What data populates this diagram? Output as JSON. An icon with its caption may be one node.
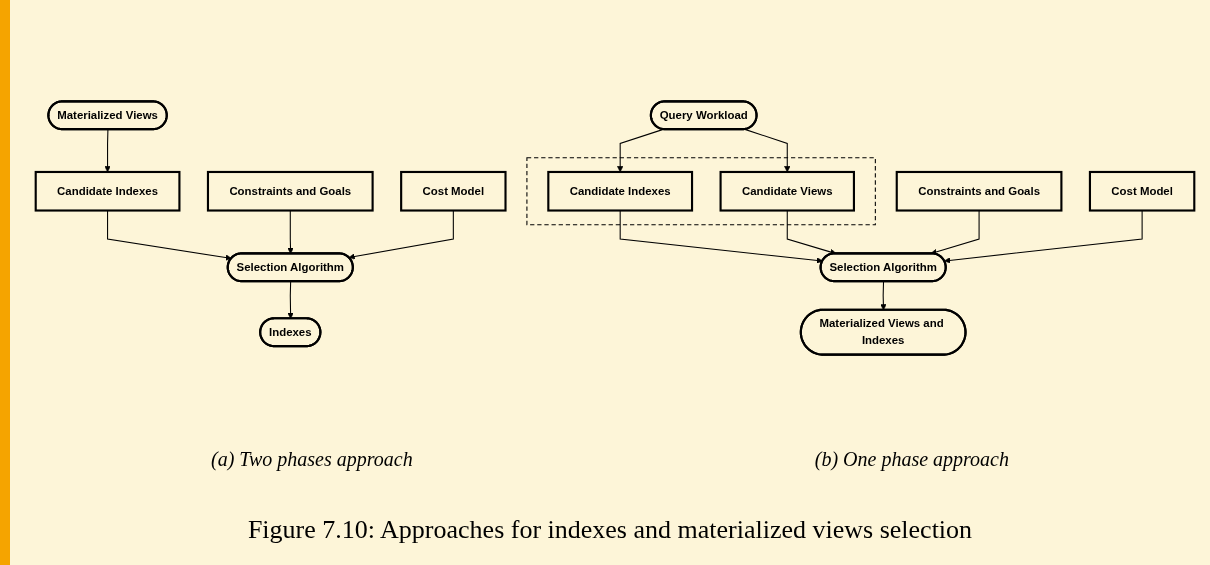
{
  "diagram": {
    "caption": "Figure 7.10: Approaches for indexes and materialized views selection",
    "nodes": [
      {
        "text": [
          "Materialized Views"
        ]
      },
      {
        "text": [
          "Candidate Indexes"
        ]
      },
      {
        "text": [
          "Constraints and Goals"
        ]
      },
      {
        "text": [
          "Selection Algorithm"
        ]
      },
      {
        "text": [
          "Cost Model"
        ]
      },
      {
        "text": [
          "Indexes"
        ]
      },
      {
        "text": [
          "Query Workload"
        ]
      },
      {
        "text": [],
        "shape": "box"
      },
      {
        "text": [
          "Candidate Indexes"
        ],
        "in": 7
      },
      {
        "text": [
          "Candidate Views"
        ],
        "in": 7
      },
      {
        "text": [
          "Constraints and Goals"
        ]
      },
      {
        "text": [
          "Selection Algorithm"
        ]
      },
      {
        "text": [
          "Cost Model"
        ]
      },
      {
        "text": [
          "Materialized Views and Indexes"
        ]
      }
    ],
    "edges": [
      {
        "from": 0,
        "to": 1,
        "arrow": "to"
      },
      {
        "from": 1,
        "to": 3,
        "arrow": "to"
      },
      {
        "from": 2,
        "to": 3,
        "arrow": "to"
      },
      {
        "from": 4,
        "to": 3,
        "arrow": "to"
      },
      {
        "from": 3,
        "to": 5,
        "arrow": "to"
      },
      {
        "from": 6,
        "to": 8,
        "arrow": "to"
      },
      {
        "from": 6,
        "to": 9,
        "arrow": "to"
      },
      {
        "from": 8,
        "to": 11,
        "arrow": "to"
      },
      {
        "from": 9,
        "to": 11,
        "arrow": "to"
      },
      {
        "from": 10,
        "to": 11,
        "arrow": "to"
      },
      {
        "from": 12,
        "to": 11,
        "arrow": "to"
      },
      {
        "from": 11,
        "to": 13,
        "arrow": "to"
      }
    ],
    "labels": [
      "(a) Two phases approach",
      "(b) One phase approach"
    ]
  }
}
